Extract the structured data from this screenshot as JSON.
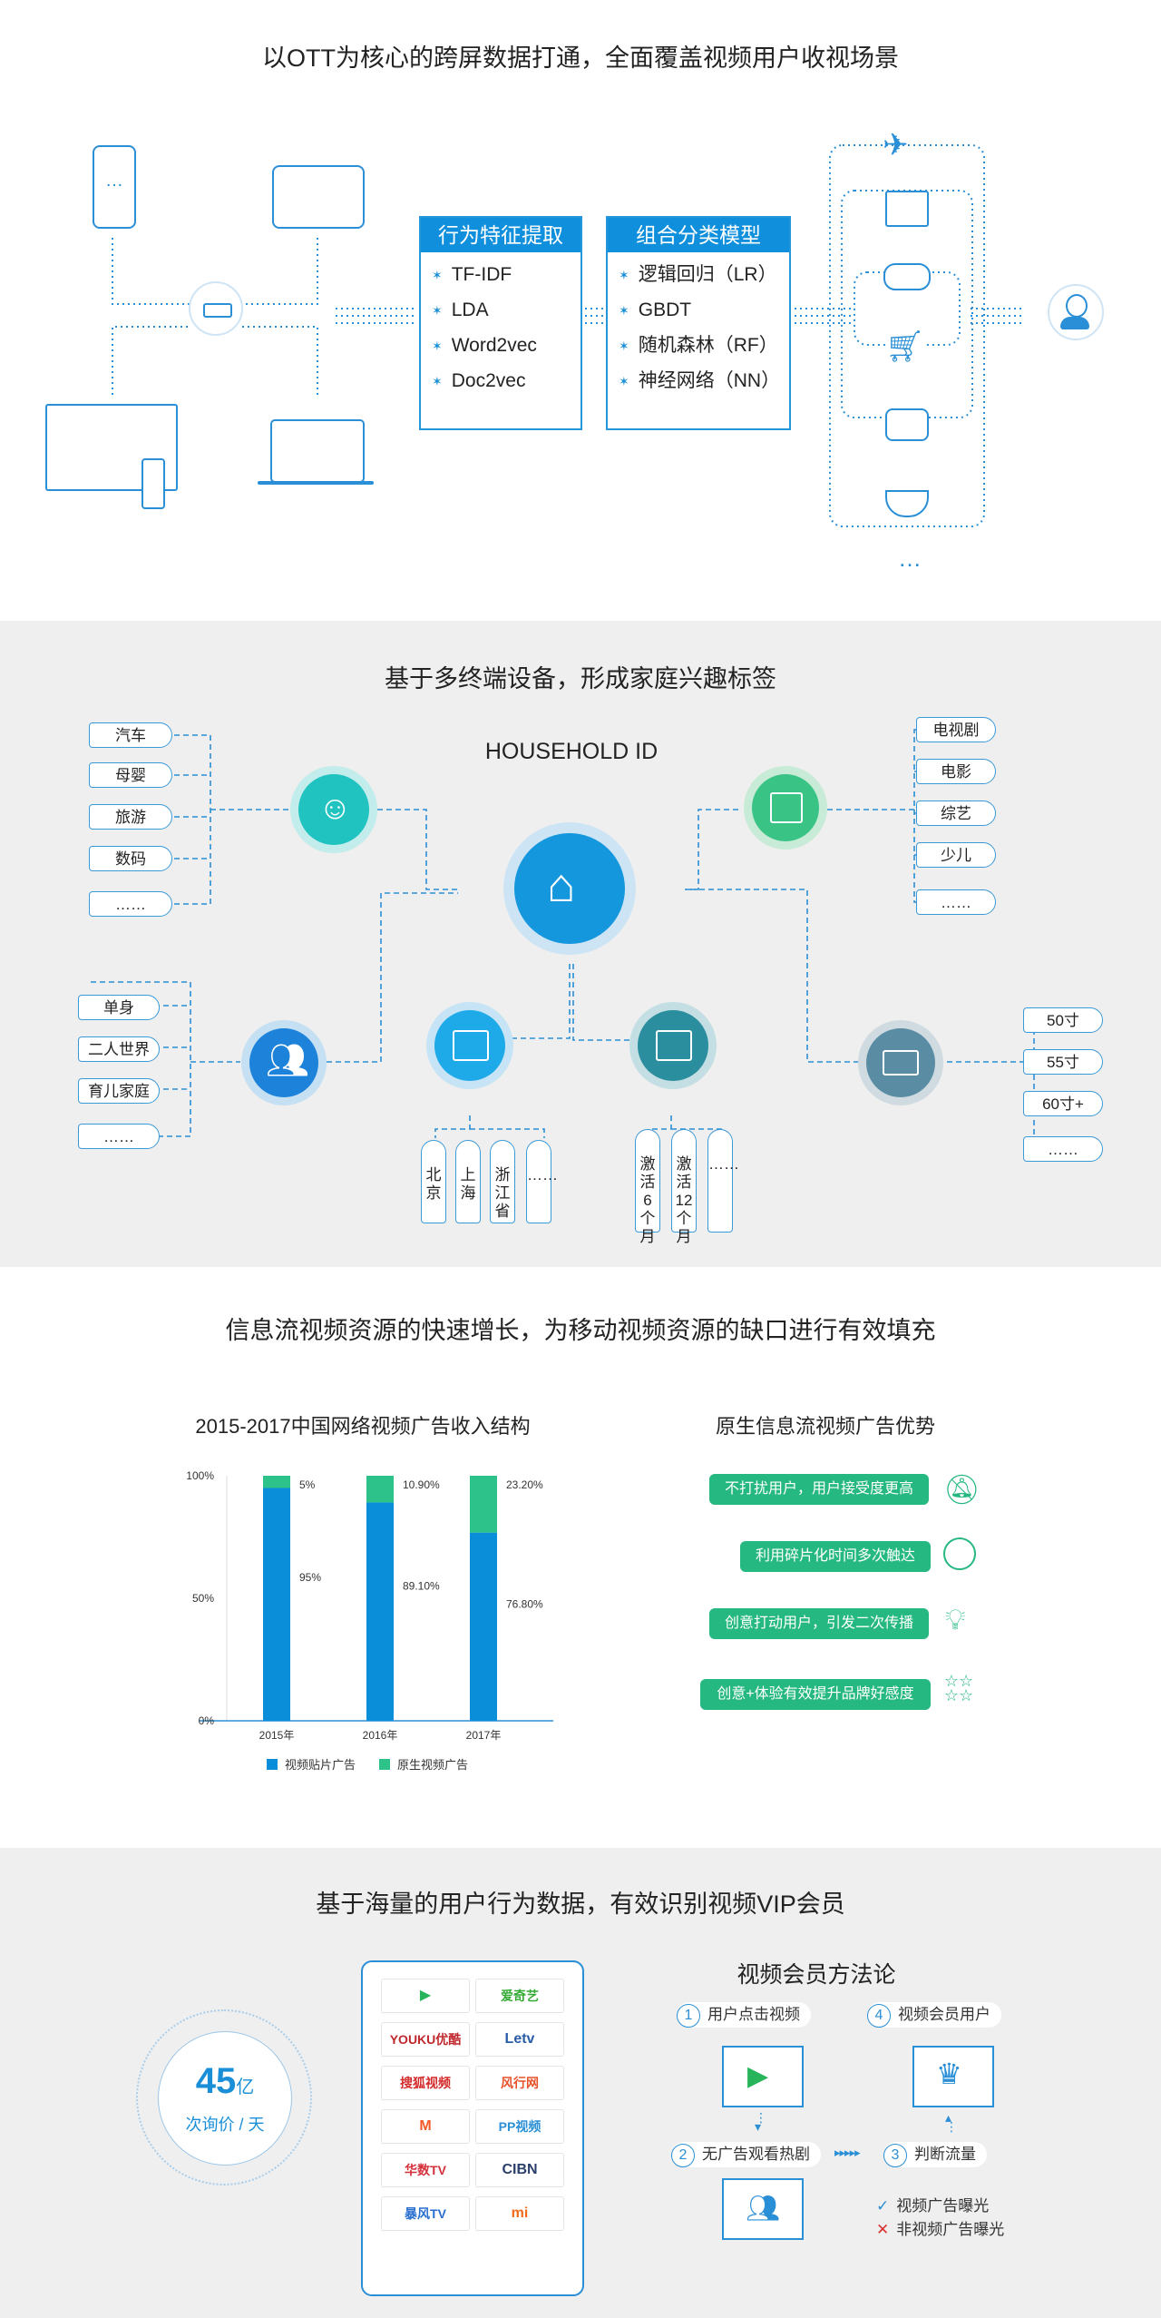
{
  "s1": {
    "title": "以OTT为核心的跨屏数据打通，全面覆盖视频用户收视场景",
    "box1": {
      "header": "行为特征提取",
      "items": [
        "TF-IDF",
        "LDA",
        "Word2vec",
        "Doc2vec"
      ]
    },
    "box2": {
      "header": "组合分类模型",
      "items": [
        "逻辑回归（LR）",
        "GBDT",
        "随机森林（RF）",
        "神经网络（NN）"
      ]
    },
    "scenes_more": "…",
    "phone_dots": "…"
  },
  "s2": {
    "title": "基于多终端设备，形成家庭兴趣标签",
    "household": "HOUSEHOLD ID",
    "left_tags": [
      "汽车",
      "母婴",
      "旅游",
      "数码",
      "……"
    ],
    "right_tags": [
      "电视剧",
      "电影",
      "综艺",
      "少儿",
      "……"
    ],
    "family_tags": [
      "单身",
      "二人世界",
      "育儿家庭",
      "……"
    ],
    "size_tags": [
      "50寸",
      "55寸",
      "60寸+",
      "……"
    ],
    "location_tags": [
      "北京",
      "上海",
      "浙江省",
      "……"
    ],
    "active_tags": [
      "激活6个月",
      "激活12个月",
      "……"
    ]
  },
  "s3": {
    "title": "信息流视频资源的快速增长，为移动视频资源的缺口进行有效填充",
    "chart_title": "2015-2017中国网络视频广告收入结构",
    "adv_title": "原生信息流视频广告优势",
    "advantages": [
      "不打扰用户，用户接受度更高",
      "利用碎片化时间多次触达",
      "创意打动用户，引发二次传播",
      "创意+体验有效提升品牌好感度"
    ],
    "colors": {
      "blue": "#0b8ed9",
      "green": "#2cc28a"
    }
  },
  "chart_data": {
    "type": "bar",
    "stacked": true,
    "title": "2015-2017中国网络视频广告收入结构",
    "categories": [
      "2015年",
      "2016年",
      "2017年"
    ],
    "series": [
      {
        "name": "视频贴片广告",
        "values": [
          95,
          89.1,
          76.8
        ],
        "labels": [
          "95%",
          "89.10%",
          "76.80%"
        ]
      },
      {
        "name": "原生视频广告",
        "values": [
          5,
          10.9,
          23.2
        ],
        "labels": [
          "5%",
          "10.90%",
          "23.20%"
        ]
      }
    ],
    "yticks": [
      "100%",
      "50%",
      "0%"
    ],
    "ylim": [
      0,
      100
    ],
    "legend": "bottom"
  },
  "s4": {
    "title": "基于海量的用户行为数据，有效识别视频VIP会员",
    "big_num": "45",
    "big_unit": "亿",
    "big_sub": "次询价 / 天",
    "logos": [
      "",
      "爱奇艺",
      "YOUKU优酷",
      "Letv",
      "搜狐视频",
      "风行网",
      "",
      "PP视频",
      "华数TV",
      "CIBN",
      "暴风TV",
      "mi"
    ],
    "method_title": "视频会员方法论",
    "steps": [
      {
        "n": "1",
        "label": "用户点击视频"
      },
      {
        "n": "2",
        "label": "无广告观看热剧"
      },
      {
        "n": "3",
        "label": "判断流量"
      },
      {
        "n": "4",
        "label": "视频会员用户"
      }
    ],
    "legend": [
      {
        "mark": "✓",
        "label": "视频广告曝光"
      },
      {
        "mark": "✕",
        "label": "非视频广告曝光"
      }
    ]
  }
}
